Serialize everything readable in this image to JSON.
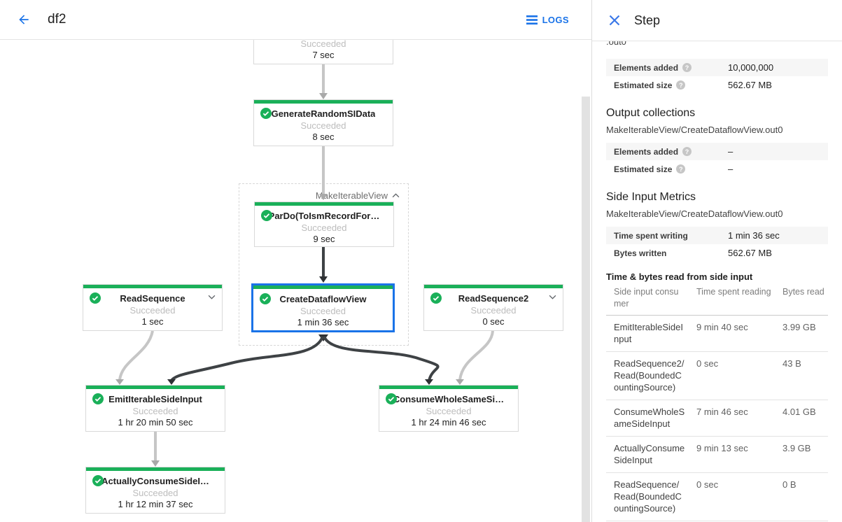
{
  "toolbar": {
    "title": "df2",
    "logs_label": "LOGS"
  },
  "colors": {
    "accent_blue": "#1a73e8",
    "success_green": "#1ab059",
    "edge_gray": "#c6c6c6",
    "edge_dark": "#3e4245"
  },
  "graph": {
    "group_label": "MakeIterableView",
    "nodes": [
      {
        "title": "",
        "status": "Succeeded",
        "time": "7 sec"
      },
      {
        "title": "GenerateRandomSIData",
        "status": "Succeeded",
        "time": "8 sec"
      },
      {
        "title": "ParDo(ToIsmRecordFor…",
        "status": "Succeeded",
        "time": "9 sec"
      },
      {
        "title": "CreateDataflowView",
        "status": "Succeeded",
        "time": "1 min 36 sec"
      },
      {
        "title": "ReadSequence",
        "status": "Succeeded",
        "time": "1 sec"
      },
      {
        "title": "ReadSequence2",
        "status": "Succeeded",
        "time": "0 sec"
      },
      {
        "title": "EmitIterableSideInput",
        "status": "Succeeded",
        "time": "1 hr 20 min 50 sec"
      },
      {
        "title": "ConsumeWholeSameSi…",
        "status": "Succeeded",
        "time": "1 hr 24 min 46 sec"
      },
      {
        "title": "ActuallyConsumeSideI…",
        "status": "Succeeded",
        "time": "1 hr 12 min 37 sec"
      }
    ]
  },
  "panel": {
    "title": "Step",
    "clipped_line": ".out0",
    "input_metrics": [
      {
        "label": "Elements added",
        "value": "10,000,000"
      },
      {
        "label": "Estimated size",
        "value": "562.67 MB"
      }
    ],
    "output_heading": "Output collections",
    "output_collection": "MakeIterableView/CreateDataflowView.out0",
    "output_metrics": [
      {
        "label": "Elements added",
        "value": "–"
      },
      {
        "label": "Estimated size",
        "value": "–"
      }
    ],
    "side_input_heading": "Side Input Metrics",
    "side_input_collection": "MakeIterableView/CreateDataflowView.out0",
    "side_input_metrics": [
      {
        "label": "Time spent writing",
        "value": "1 min 36 sec"
      },
      {
        "label": "Bytes written",
        "value": "562.67 MB"
      }
    ],
    "table": {
      "title": "Time & bytes read from side input",
      "columns": [
        "Side input consumer",
        "Time spent reading",
        "Bytes read"
      ],
      "rows": [
        {
          "consumer": "EmitIterableSideInput",
          "time": "9 min 40 sec",
          "bytes": "3.99 GB"
        },
        {
          "consumer": "ReadSequence2/Read(BoundedCountingSource)",
          "time": "0 sec",
          "bytes": "43 B"
        },
        {
          "consumer": "ConsumeWholeSameSideInput",
          "time": "7 min 46 sec",
          "bytes": "4.01 GB"
        },
        {
          "consumer": "ActuallyConsumeSideInput",
          "time": "9 min 13 sec",
          "bytes": "3.9 GB"
        },
        {
          "consumer": "ReadSequence/Read(BoundedCountingSource)",
          "time": "0 sec",
          "bytes": "0 B"
        }
      ]
    }
  }
}
